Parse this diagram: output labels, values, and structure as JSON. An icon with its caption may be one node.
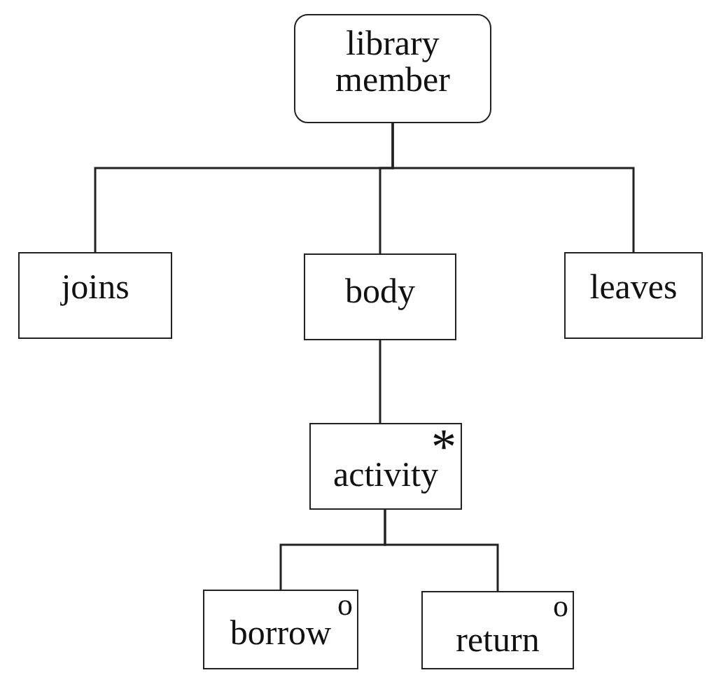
{
  "diagram": {
    "nodes": [
      {
        "text": [
          "library member"
        ]
      },
      {
        "text": [
          "joins"
        ]
      },
      {
        "text": [
          "body"
        ]
      },
      {
        "text": [
          "leaves"
        ]
      },
      {
        "text": [
          "*",
          "activity"
        ]
      },
      {
        "text": [
          "o",
          "borrow"
        ]
      },
      {
        "text": [
          "o",
          "return"
        ]
      }
    ],
    "edges": [
      {
        "from": 0,
        "to": 1,
        "arrow": "none"
      },
      {
        "from": 0,
        "to": 2,
        "arrow": "none"
      },
      {
        "from": 0,
        "to": 3,
        "arrow": "none"
      },
      {
        "from": 2,
        "to": 4,
        "arrow": "none"
      },
      {
        "from": 4,
        "to": 5,
        "arrow": "none"
      },
      {
        "from": 4,
        "to": 6,
        "arrow": "none"
      }
    ]
  }
}
